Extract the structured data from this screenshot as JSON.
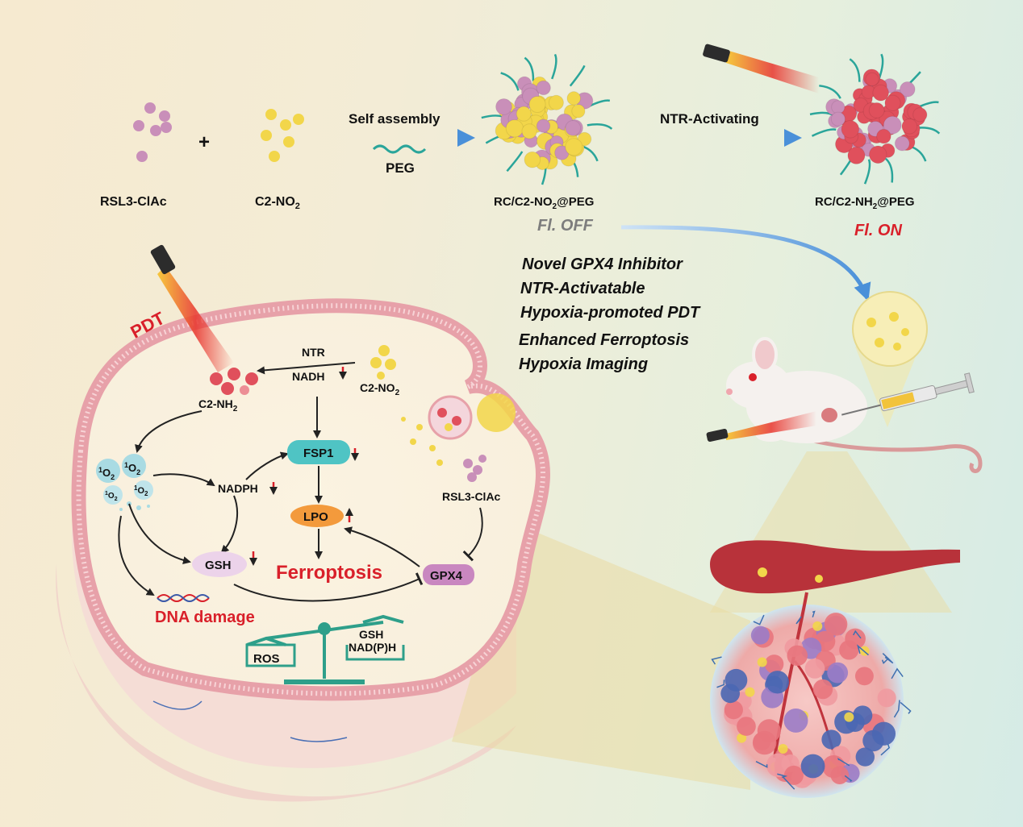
{
  "synthesis": {
    "reagent1": "RSL3-ClAc",
    "reagent2": "C2-NO",
    "reagent2_sub": "2",
    "plus": "+",
    "step1": "Self assembly",
    "peg": "PEG",
    "step2": "NTR-Activating",
    "nano_off_pre": "RC/C2-NO",
    "nano_off_sub": "2",
    "nano_off_post": "@PEG",
    "nano_on_pre": "RC/C2-NH",
    "nano_on_sub": "2",
    "nano_on_post": "@PEG",
    "fl_off": "Fl. OFF",
    "fl_on": "Fl. ON"
  },
  "features": [
    "Novel GPX4 Inhibitor",
    "NTR-Activatable",
    "Hypoxia-promoted PDT",
    "Enhanced Ferroptosis",
    "Hypoxia Imaging"
  ],
  "cell": {
    "pdt": "PDT",
    "ntr": "NTR",
    "nadh": "NADH",
    "c2no2": "C2-NO",
    "c2no2_sub": "2",
    "c2nh2": "C2-NH",
    "c2nh2_sub": "2",
    "singlet": "O",
    "singlet_sup": "1",
    "singlet_sub": "2",
    "nadph": "NADPH",
    "fsp1": "FSP1",
    "lpo": "LPO",
    "gsh": "GSH",
    "gpx4": "GPX4",
    "rsl3": "RSL3-ClAc",
    "ferroptosis": "Ferroptosis",
    "dna_damage": "DNA damage",
    "ros": "ROS",
    "balance_right1": "GSH",
    "balance_right2": "NAD(P)H"
  },
  "colors": {
    "red_label": "#d9202a",
    "arrow_blue": "#4a90d9",
    "fsp1_fill": "#4fc4c4",
    "lpo_fill": "#f39a3c",
    "gsh_fill": "#ecd3ea",
    "gpx4_fill": "#c987c0",
    "membrane": "#e7a1a9",
    "balance": "#2e9f8a",
    "gold_particle": "#f2d64a",
    "pink_particle": "#c98fb9"
  }
}
